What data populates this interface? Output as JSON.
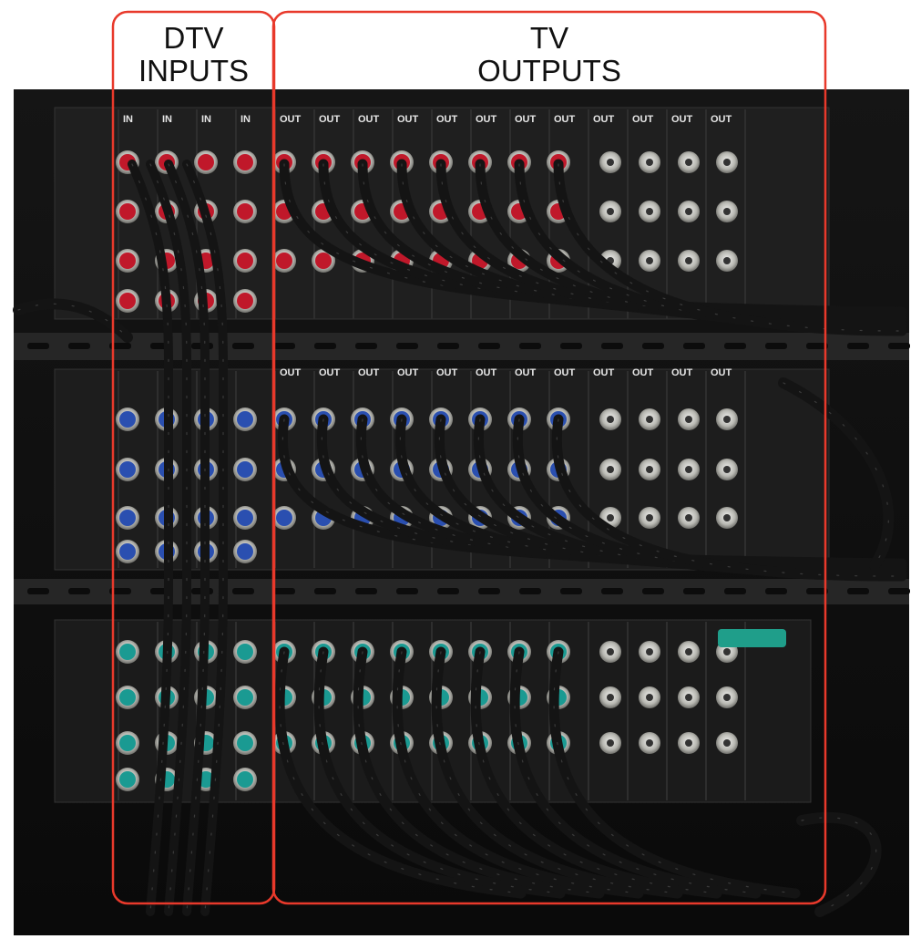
{
  "labels": {
    "dtv_inputs": {
      "line1": "DTV",
      "line2": "INPUTS"
    },
    "tv_outputs": {
      "line1": "TV",
      "line2": "OUTPUTS"
    }
  },
  "panel_text": {
    "in": "IN",
    "out": "OUT"
  },
  "colors": {
    "highlight_box": "#e8392b",
    "row1_connectors": "#c0182a",
    "row2_connectors": "#2a4fb0",
    "row3_connectors": "#1a9a92",
    "cable": "#141414",
    "chassis": "#1c1c1c"
  },
  "icons": [
    "rack-photo",
    "cable-icon"
  ]
}
